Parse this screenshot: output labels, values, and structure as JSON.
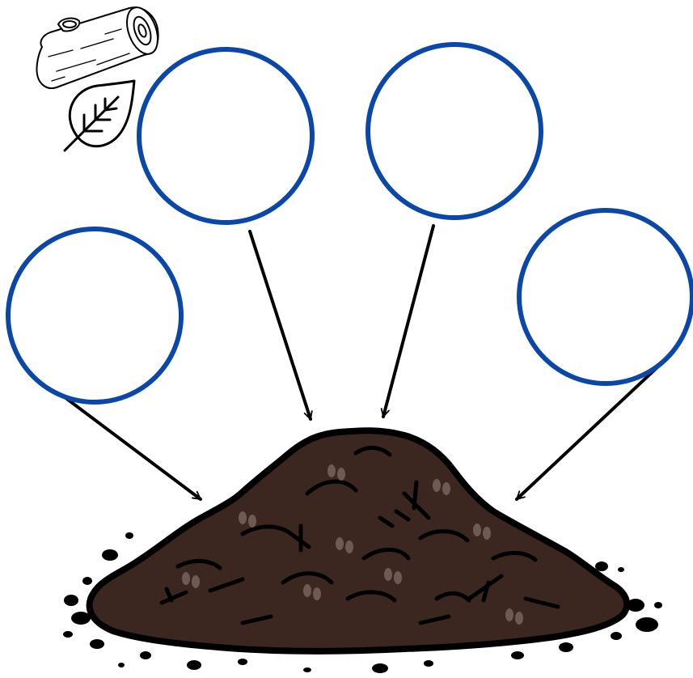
{
  "diagram": {
    "colors": {
      "background": "#ffffff",
      "circle_stroke": "#0a47a8",
      "arrow_stroke": "#000000",
      "soil_fill": "#3b2720",
      "soil_outline": "#000000",
      "soil_highlight": "#6e5a55"
    },
    "icons": [
      "log-icon",
      "leaf-icon",
      "soil-pile-icon"
    ],
    "blank_circles": [
      {
        "name": "blank-circle-top-left",
        "label": ""
      },
      {
        "name": "blank-circle-top-right",
        "label": ""
      },
      {
        "name": "blank-circle-left",
        "label": ""
      },
      {
        "name": "blank-circle-right",
        "label": ""
      }
    ]
  }
}
